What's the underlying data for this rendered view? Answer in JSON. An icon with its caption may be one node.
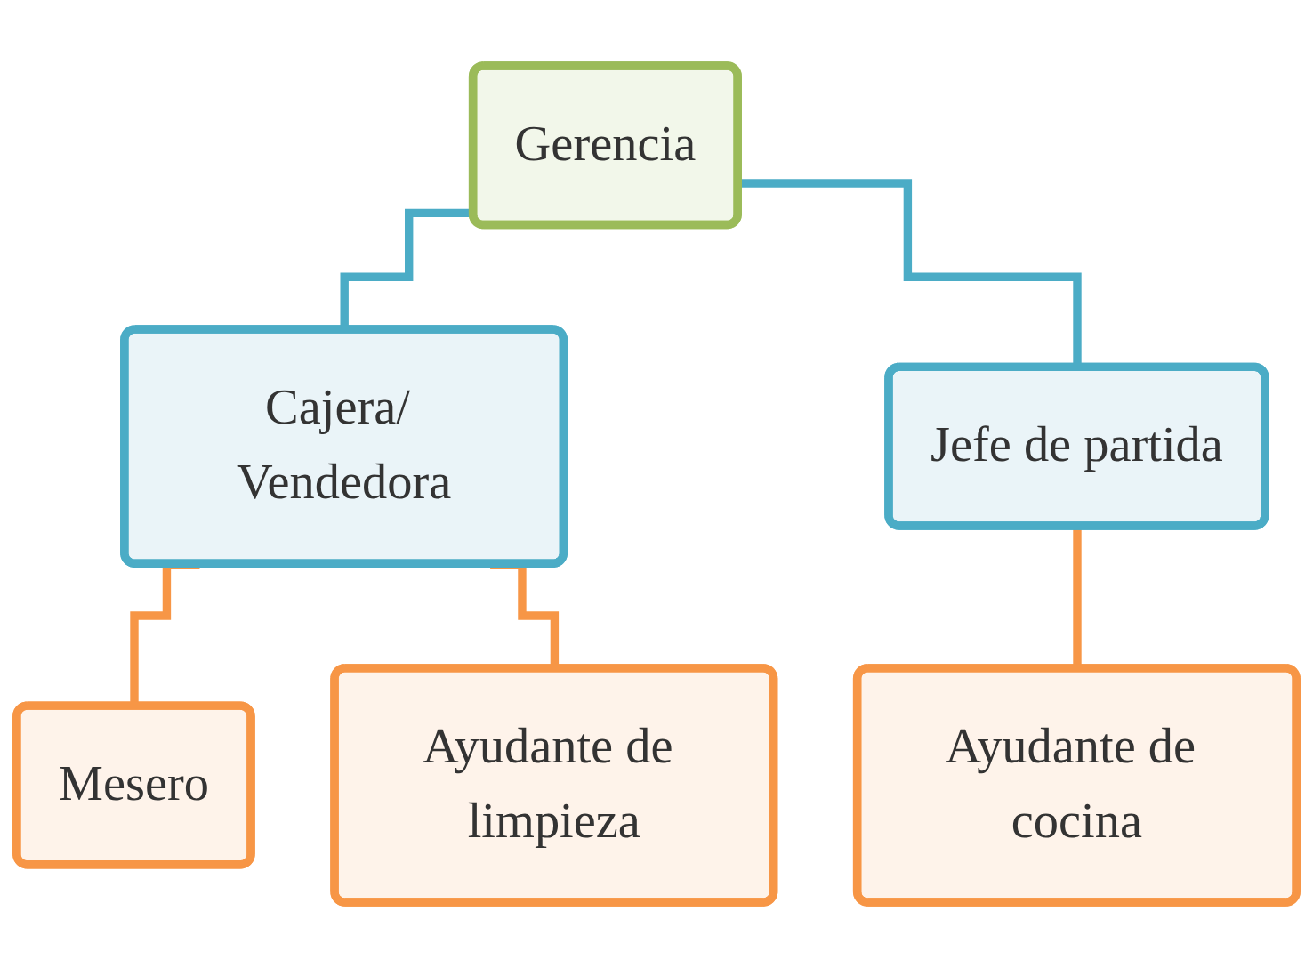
{
  "diagram": {
    "nodes": [
      {
        "text": [
          "Gerencia"
        ]
      },
      {
        "text": [
          "Cajera/ Vendedora"
        ]
      },
      {
        "text": [
          "Jefe de partida"
        ]
      },
      {
        "text": [
          "Mesero"
        ]
      },
      {
        "text": [
          "Ayudante de limpieza"
        ]
      },
      {
        "text": [
          "Ayudante de cocina"
        ]
      }
    ],
    "edges": [
      {
        "from": 0,
        "to": 1,
        "arrow": "none",
        "color": "#4bacc6"
      },
      {
        "from": 0,
        "to": 2,
        "arrow": "none",
        "color": "#4bacc6"
      },
      {
        "from": 1,
        "to": 3,
        "arrow": "none",
        "color": "#f79646"
      },
      {
        "from": 1,
        "to": 4,
        "arrow": "none",
        "color": "#f79646"
      },
      {
        "from": 2,
        "to": 5,
        "arrow": "none",
        "color": "#f79646"
      }
    ]
  }
}
